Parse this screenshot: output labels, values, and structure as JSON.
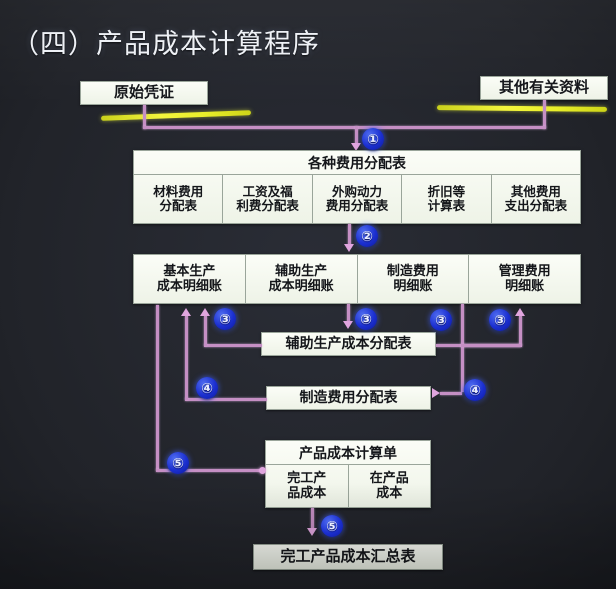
{
  "slide": {
    "title": "（四）产品成本计算程序",
    "background_color": "#24262e",
    "box_fill_color": "#f3f7ec",
    "connector_color": "#c58fc4",
    "highlight_color": "#eef03a",
    "badge_color": "#1b2fd0"
  },
  "sources": {
    "left": "原始凭证",
    "right": "其他有关资料"
  },
  "expense_table": {
    "header": "各种费用分配表",
    "columns": [
      {
        "line1": "材料费用",
        "line2": "分配表"
      },
      {
        "line1": "工资及福",
        "line2": "利费分配表"
      },
      {
        "line1": "外购动力",
        "line2": "费用分配表"
      },
      {
        "line1": "折旧等",
        "line2": "计算表"
      },
      {
        "line1": "其他费用",
        "line2": "支出分配表"
      }
    ]
  },
  "ledger_table": {
    "columns": [
      {
        "line1": "基本生产",
        "line2": "成本明细账"
      },
      {
        "line1": "辅助生产",
        "line2": "成本明细账"
      },
      {
        "line1": "制造费用",
        "line2": "明细账"
      },
      {
        "line1": "管理费用",
        "line2": "明细账"
      }
    ]
  },
  "allocation": {
    "auxiliary": "辅助生产成本分配表",
    "manufacturing": "制造费用分配表"
  },
  "cost_sheet": {
    "header": "产品成本计算单",
    "cells": [
      {
        "line1": "完工产",
        "line2": "品成本"
      },
      {
        "line1": "在产品",
        "line2": "成本"
      }
    ]
  },
  "summary": {
    "label": "完工产品成本汇总表"
  },
  "badges": [
    {
      "id": "badge-1",
      "label": "①"
    },
    {
      "id": "badge-2",
      "label": "②"
    },
    {
      "id": "badge-3a",
      "label": "③"
    },
    {
      "id": "badge-3b",
      "label": "③"
    },
    {
      "id": "badge-3c",
      "label": "③"
    },
    {
      "id": "badge-3d",
      "label": "③"
    },
    {
      "id": "badge-4a",
      "label": "④"
    },
    {
      "id": "badge-4b",
      "label": "④"
    },
    {
      "id": "badge-5a",
      "label": "⑤"
    },
    {
      "id": "badge-5b",
      "label": "⑤"
    }
  ]
}
